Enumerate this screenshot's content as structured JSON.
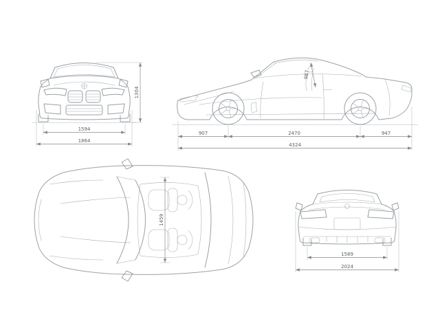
{
  "colors": {
    "background": "#ffffff",
    "outline": "#9aa0a6",
    "dimension_line": "#85898e",
    "dimension_text": "#5a5e63"
  },
  "views": {
    "front": {
      "track": "1594",
      "overall_width": "1864",
      "height": "1304"
    },
    "side": {
      "headroom": "987",
      "front_overhang": "907",
      "wheelbase": "2470",
      "rear_overhang": "947",
      "overall_length": "4324"
    },
    "top": {
      "interior_width": "1459"
    },
    "rear": {
      "track": "1589",
      "width_incl_mirrors": "2024"
    }
  }
}
